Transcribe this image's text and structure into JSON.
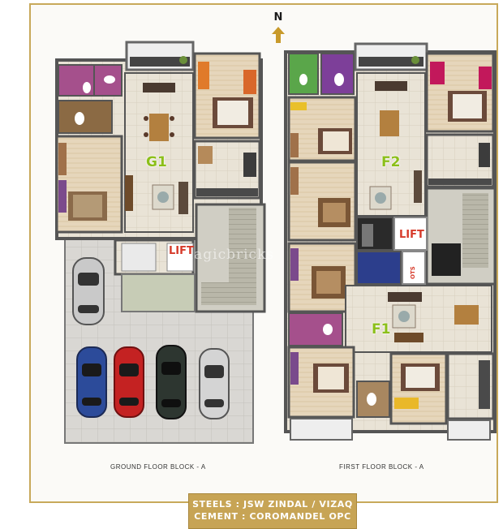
{
  "compass": {
    "letter": "N"
  },
  "plans": {
    "ground": {
      "caption": "GROUND FLOOR BLOCK - A",
      "unit": "G1",
      "lift": "LIFT"
    },
    "first": {
      "caption": "FIRST FLOOR BLOCK - A",
      "unit_top": "F2",
      "unit_bottom": "F1",
      "lift": "LIFT",
      "ots": "OTS"
    }
  },
  "watermark": "magicbricks",
  "specs": {
    "steels": "STEELS : JSW ZINDAL / VIZAQ",
    "cement": "CEMENT : COROMANDEL OPC"
  },
  "colors": {
    "frame": "#c8a95a",
    "spec_bar": "#c7a455",
    "unit_label": "#8cbf1a",
    "lift_label": "#d63a2a"
  }
}
